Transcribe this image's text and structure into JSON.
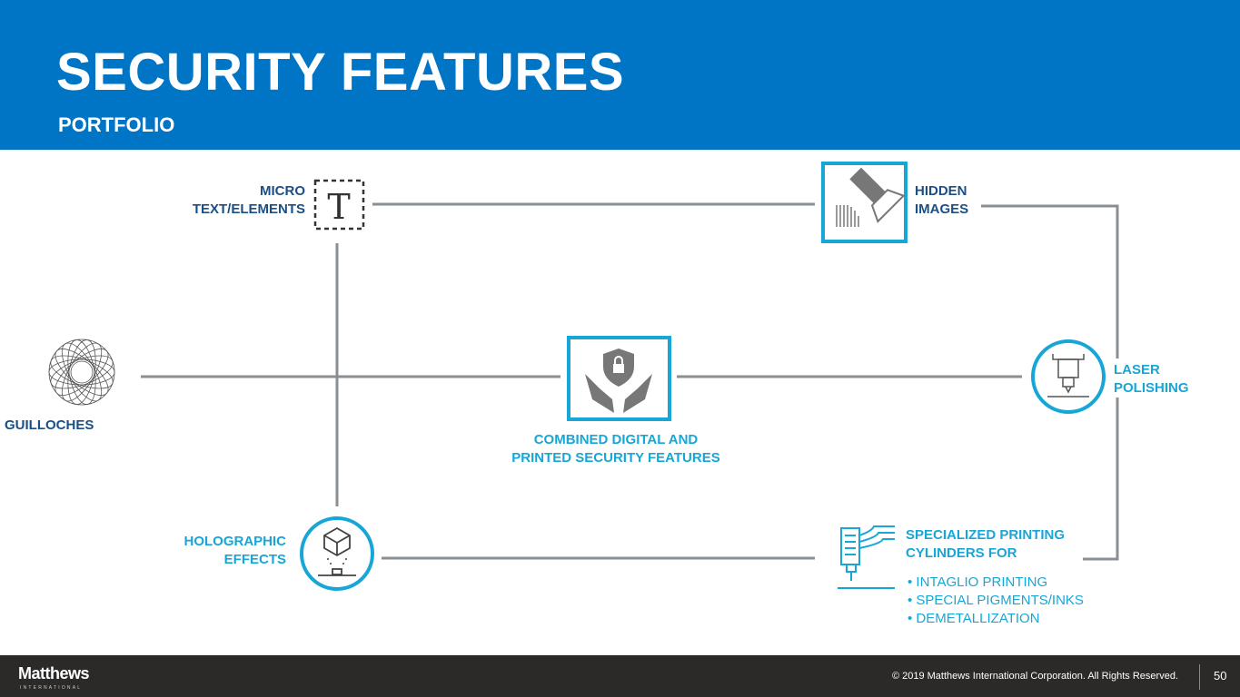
{
  "header": {
    "title": "SECURITY FEATURES",
    "subtitle": "PORTFOLIO"
  },
  "features": {
    "micro": [
      "MICRO",
      "TEXT/ELEMENTS"
    ],
    "hidden": [
      "HIDDEN",
      "IMAGES"
    ],
    "laser": [
      "LASER",
      "POLISHING"
    ],
    "guilloches": "GUILLOCHES",
    "combined": [
      "COMBINED DIGITAL AND",
      "PRINTED SECURITY FEATURES"
    ],
    "holographic": [
      "HOLOGRAPHIC",
      "EFFECTS"
    ],
    "specialized": [
      "SPECIALIZED PRINTING",
      "CYLINDERS FOR"
    ],
    "bullets": [
      "• INTAGLIO PRINTING",
      "• SPECIAL PIGMENTS/INKS",
      "• DEMETALLIZATION"
    ]
  },
  "footer": {
    "logo": "Matthews",
    "logo_sub": "INTERNATIONAL",
    "copyright": "© 2019 Matthews International Corporation. All Rights Reserved.",
    "page": "50"
  },
  "colors": {
    "header": "#0074c5",
    "accent": "#18a6d6",
    "dark_text": "#1b4f86",
    "lines": "#8a8f94",
    "footer": "#2b2a29"
  }
}
